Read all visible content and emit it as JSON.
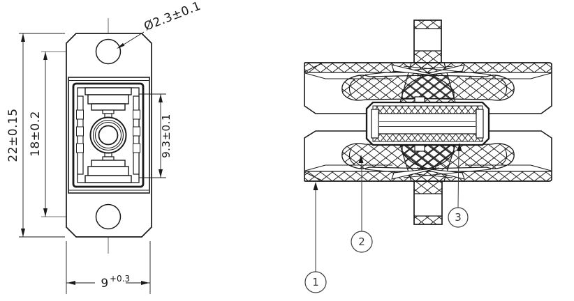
{
  "front_view": {
    "overall_height": "22±0.15",
    "hole_spacing": "18±0.2",
    "port_height": "9.3±0.1",
    "hole_diameter": "Ø2.3±0.1",
    "width_value": "9",
    "width_tolerance": "+0.3"
  },
  "section_view": {
    "callouts": [
      "1",
      "2",
      "3"
    ]
  },
  "colors": {
    "line_color": "#1a1a1a",
    "background": "#ffffff"
  }
}
